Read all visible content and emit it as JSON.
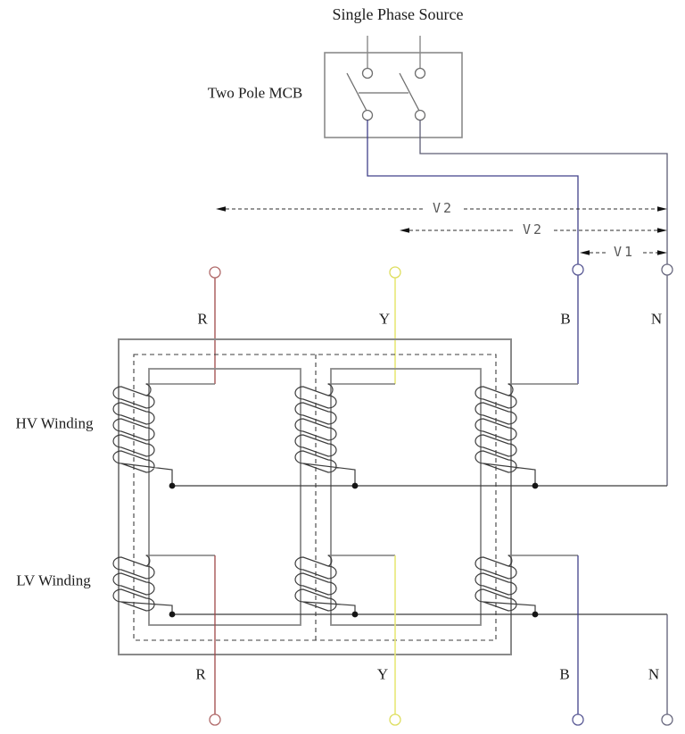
{
  "source_label": "Single Phase Source",
  "mcb_label": "Two Pole MCB",
  "winding_labels": {
    "hv": "HV Winding",
    "lv": "LV Winding"
  },
  "dimension_labels": {
    "outer": "V2",
    "middle": "V2",
    "inner": "V1"
  },
  "terminals_top": [
    "R",
    "Y",
    "B",
    "N"
  ],
  "terminals_bottom": [
    "R",
    "Y",
    "B",
    "N"
  ],
  "colors": {
    "r_phase": "#9e4747",
    "y_phase": "#e8e878",
    "b_phase": "#41418a",
    "n_phase": "#5e5e75",
    "structure_gray": "#8a8a8a",
    "line_dark": "#3c3c3c"
  }
}
